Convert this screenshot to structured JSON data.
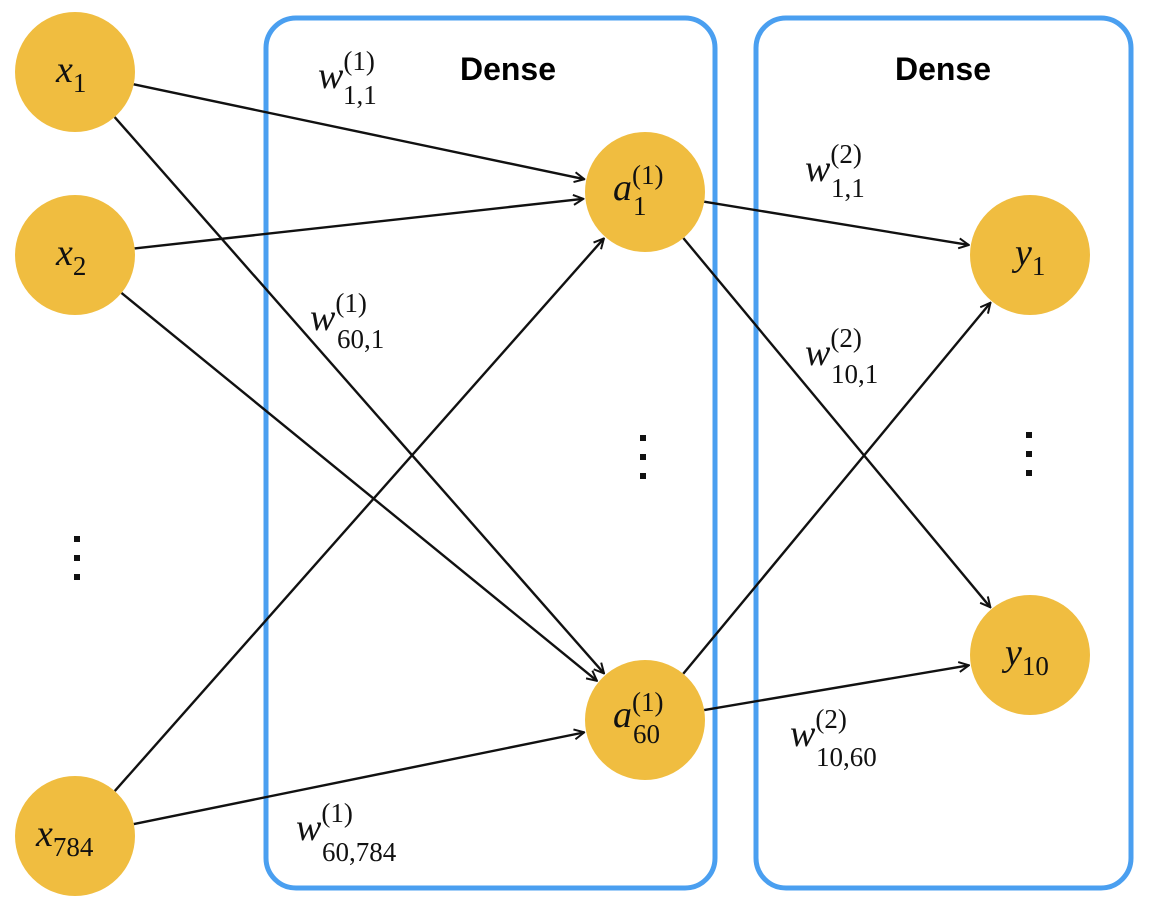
{
  "layers": [
    {
      "id": "dense1",
      "title": "Dense"
    },
    {
      "id": "dense2",
      "title": "Dense"
    }
  ],
  "nodes": {
    "inputs": [
      {
        "id": "x1",
        "symbol": "x",
        "sub": "1"
      },
      {
        "id": "x2",
        "symbol": "x",
        "sub": "2"
      },
      {
        "id": "x784",
        "symbol": "x",
        "sub": "784"
      }
    ],
    "hidden": [
      {
        "id": "a1",
        "symbol": "a",
        "sup": "(1)",
        "sub": "1"
      },
      {
        "id": "a60",
        "symbol": "a",
        "sup": "(1)",
        "sub": "60"
      }
    ],
    "outputs": [
      {
        "id": "y1",
        "symbol": "y",
        "sub": "1"
      },
      {
        "id": "y10",
        "symbol": "y",
        "sub": "10"
      }
    ]
  },
  "edges": [
    {
      "from": "x1",
      "to": "a1"
    },
    {
      "from": "x1",
      "to": "a60"
    },
    {
      "from": "x2",
      "to": "a1"
    },
    {
      "from": "x2",
      "to": "a60"
    },
    {
      "from": "x784",
      "to": "a1"
    },
    {
      "from": "x784",
      "to": "a60"
    },
    {
      "from": "a1",
      "to": "y1"
    },
    {
      "from": "a1",
      "to": "y10"
    },
    {
      "from": "a60",
      "to": "y1"
    },
    {
      "from": "a60",
      "to": "y10"
    }
  ],
  "weights": [
    {
      "id": "w1_1_1",
      "symbol": "w",
      "sup": "(1)",
      "sub": "1,1"
    },
    {
      "id": "w1_60_1",
      "symbol": "w",
      "sup": "(1)",
      "sub": "60,1"
    },
    {
      "id": "w1_60_784",
      "symbol": "w",
      "sup": "(1)",
      "sub": "60,784"
    },
    {
      "id": "w2_1_1",
      "symbol": "w",
      "sup": "(2)",
      "sub": "1,1"
    },
    {
      "id": "w2_10_1",
      "symbol": "w",
      "sup": "(2)",
      "sub": "10,1"
    },
    {
      "id": "w2_10_60",
      "symbol": "w",
      "sup": "(2)",
      "sub": "10,60"
    }
  ],
  "colors": {
    "node": "#f0bd40",
    "layer_border": "#4a9ff0",
    "edge": "#111111"
  }
}
